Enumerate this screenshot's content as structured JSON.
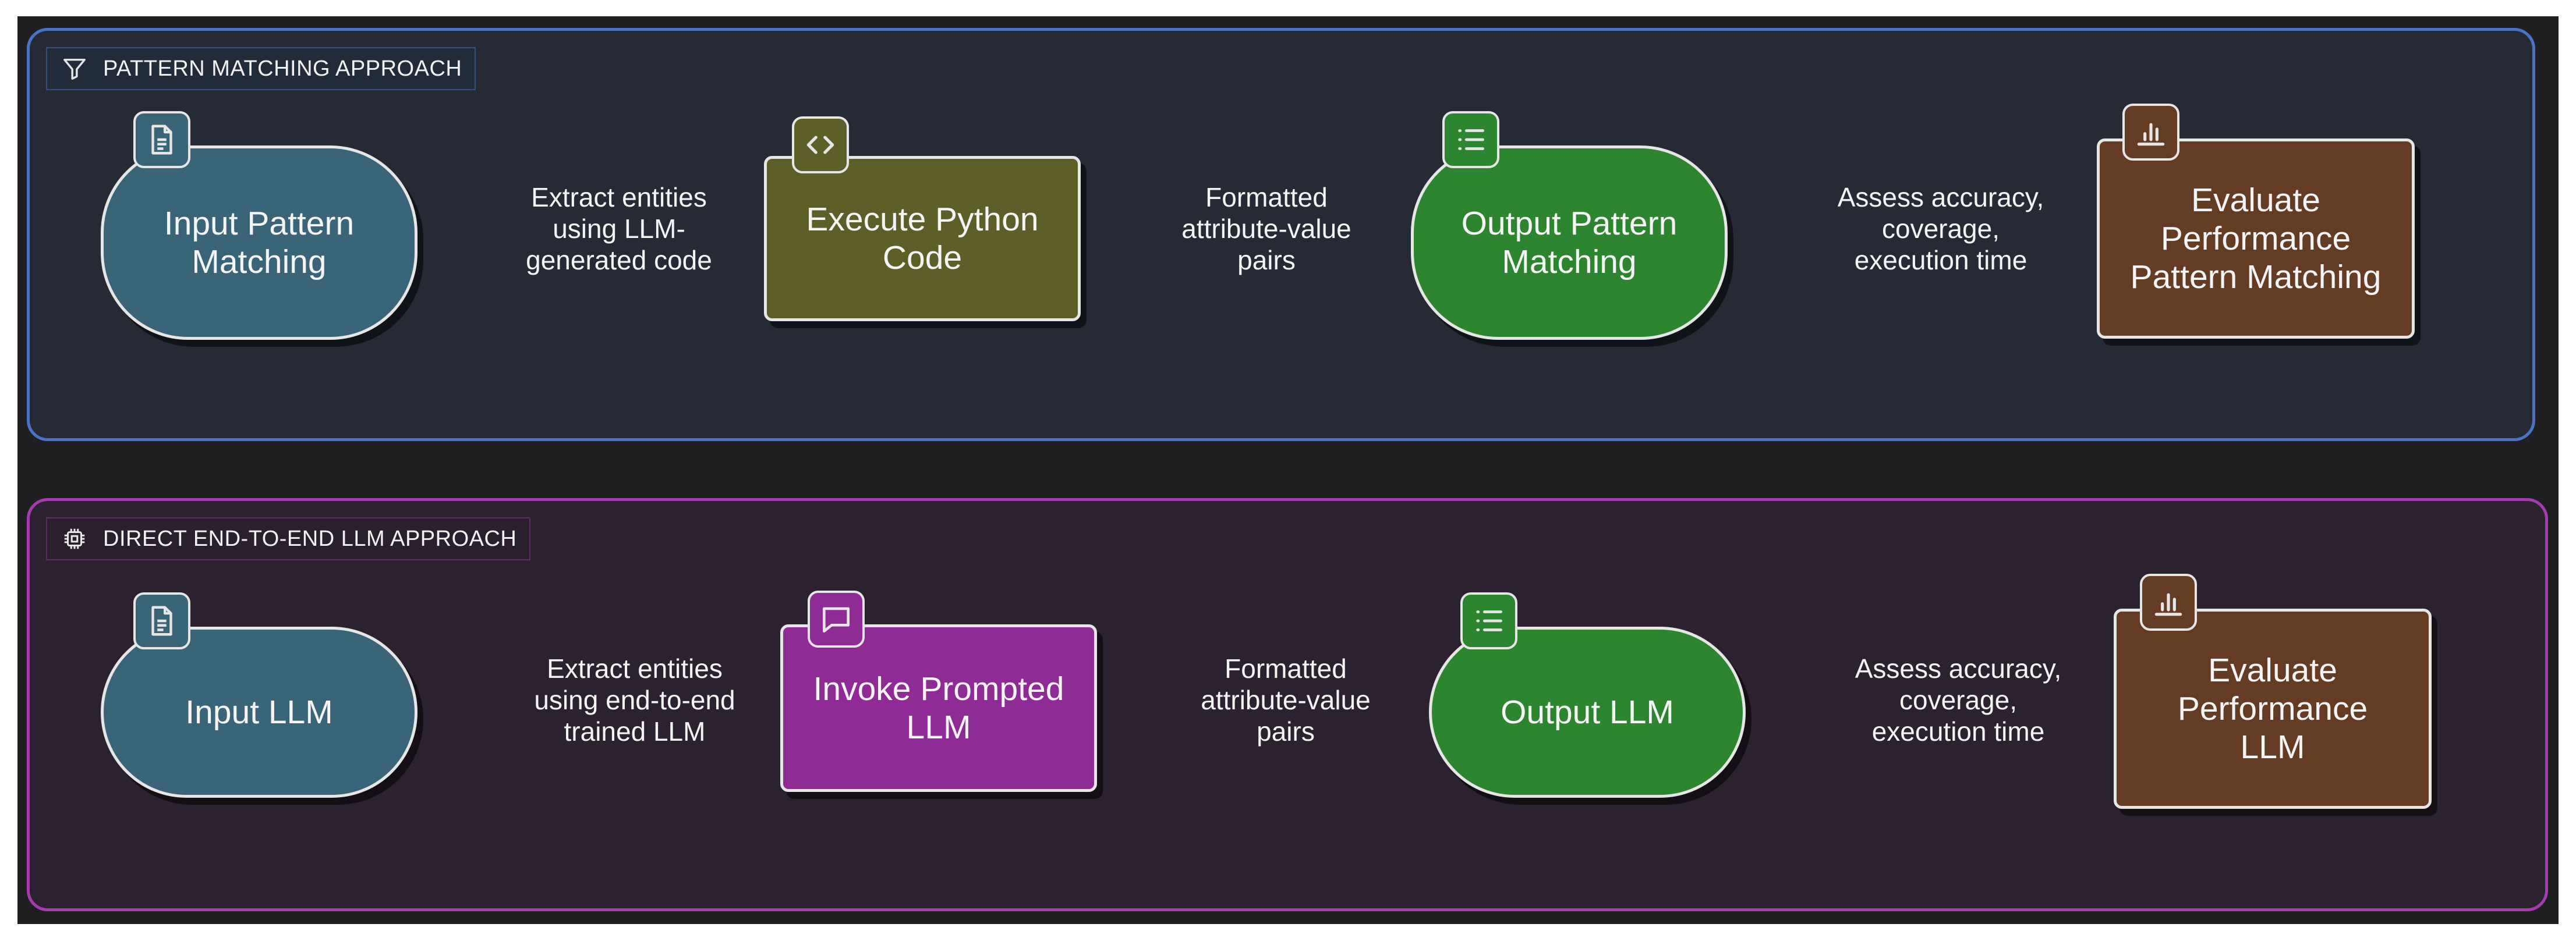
{
  "groups": {
    "top": {
      "label": "PATTERN MATCHING APPROACH",
      "label_icon": "filter-icon",
      "nodes": [
        {
          "id": "input",
          "text": "Input Pattern Matching",
          "shape": "stadium",
          "icon": "document-icon",
          "color": "#3a6477"
        },
        {
          "id": "process",
          "text": "Execute Python Code",
          "shape": "rect",
          "icon": "code-icon",
          "color": "#5e5f28"
        },
        {
          "id": "output",
          "text": "Output Pattern Matching",
          "shape": "stadium",
          "icon": "list-icon",
          "color": "#2d8530"
        },
        {
          "id": "evaluate",
          "text": "Evaluate Performance Pattern Matching",
          "shape": "rect",
          "icon": "bar-chart-icon",
          "color": "#643c24"
        }
      ],
      "edges": [
        {
          "from": "input",
          "to": "process",
          "label": "Extract entities using LLM-generated code"
        },
        {
          "from": "process",
          "to": "output",
          "label": "Formatted attribute-value pairs"
        },
        {
          "from": "output",
          "to": "evaluate",
          "label": "Assess accuracy, coverage, execution time"
        }
      ]
    },
    "bottom": {
      "label": "DIRECT END-TO-END LLM APPROACH",
      "label_icon": "chip-icon",
      "nodes": [
        {
          "id": "input",
          "text": "Input LLM",
          "shape": "stadium",
          "icon": "document-icon",
          "color": "#3a6477"
        },
        {
          "id": "process",
          "text": "Invoke Prompted LLM",
          "shape": "rect",
          "icon": "chat-icon",
          "color": "#8f2b94"
        },
        {
          "id": "output",
          "text": "Output LLM",
          "shape": "stadium",
          "icon": "list-icon",
          "color": "#2d8530"
        },
        {
          "id": "evaluate",
          "text": "Evaluate Performance LLM",
          "shape": "rect",
          "icon": "bar-chart-icon",
          "color": "#643c24"
        }
      ],
      "edges": [
        {
          "from": "input",
          "to": "process",
          "label": "Extract entities using end-to-end trained LLM"
        },
        {
          "from": "process",
          "to": "output",
          "label": "Formatted attribute-value pairs"
        },
        {
          "from": "output",
          "to": "evaluate",
          "label": "Assess accuracy, coverage, execution time"
        }
      ]
    }
  },
  "colors": {
    "canvas": "#1f1f22",
    "top_group_fill": "#252a34",
    "top_group_border": "#4a73c6",
    "bottom_group_fill": "#2c222f",
    "bottom_group_border": "#a43cb0",
    "node_border": "#e6e6e6",
    "text": "#f4f4f4"
  }
}
